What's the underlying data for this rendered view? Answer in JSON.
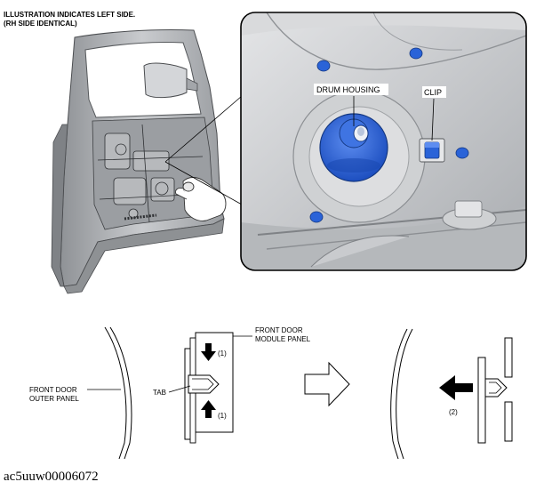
{
  "header": {
    "line1": "ILLUSTRATION INDICATES LEFT SIDE.",
    "line2": "(RH SIDE IDENTICAL)"
  },
  "callouts": {
    "drum_housing": "DRUM HOUSING",
    "clip": "CLIP",
    "module_panel_line1": "FRONT DOOR",
    "module_panel_line2": "MODULE PANEL",
    "outer_panel_line1": "FRONT DOOR",
    "outer_panel_line2": "OUTER PANEL",
    "tab": "TAB",
    "step1_top": "(1)",
    "step1_bottom": "(1)",
    "step2": "(2)"
  },
  "figure_code": "ac5uuw00006072",
  "colors": {
    "drum_blue": "#2a63d8",
    "panel_gray": "#c4c6c9",
    "line": "#000000"
  }
}
